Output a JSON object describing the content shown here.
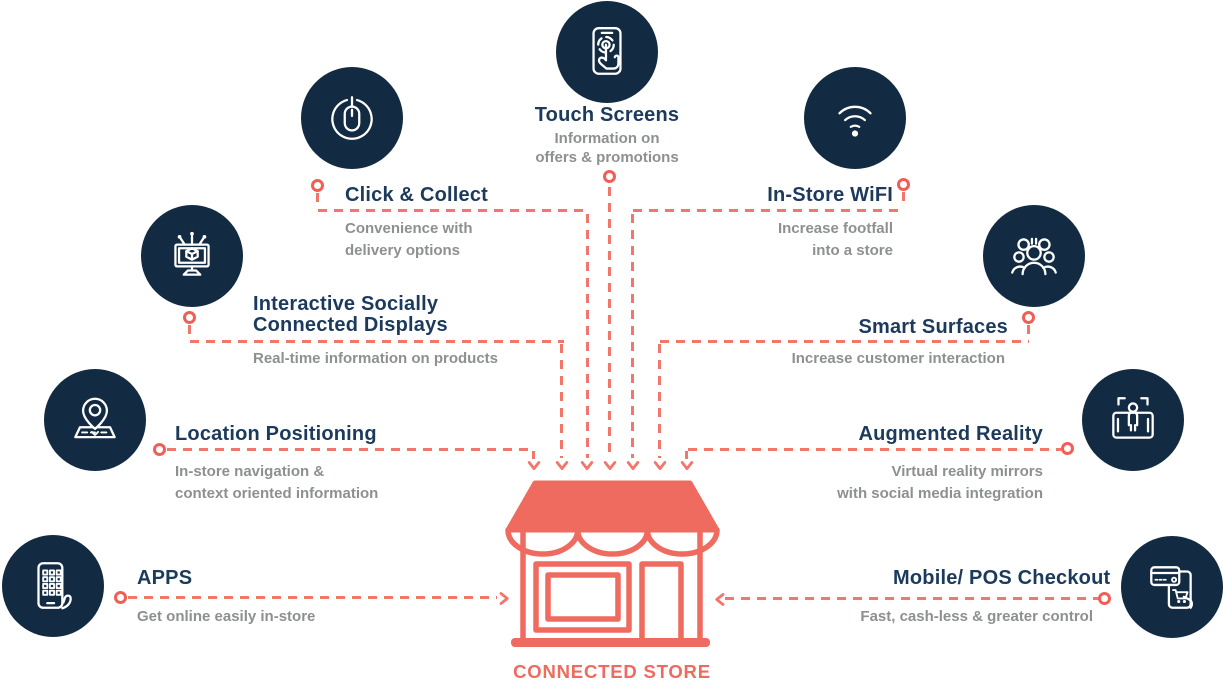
{
  "palette": {
    "circle_navy": "#132b42",
    "title_navy": "#1c3a5c",
    "description_gray": "#8d9091",
    "store_coral": "#ef6a5f",
    "dash_coral": "#f3766b"
  },
  "connected_store": {
    "label": "CONNECTED STORE"
  },
  "features": [
    {
      "id": "touch-screens",
      "icon": "touch-screen-icon",
      "title": "Touch Screens",
      "desc": [
        "Information on",
        "offers & promotions"
      ]
    },
    {
      "id": "click-and-collect",
      "icon": "mouse-click-icon",
      "title": "Click & Collect",
      "desc": [
        "Convenience with",
        "delivery options"
      ]
    },
    {
      "id": "in-store-wifi",
      "icon": "wifi-icon",
      "title": "In-Store WiFI",
      "desc": [
        "Increase footfall",
        "into a store"
      ]
    },
    {
      "id": "interactive-displays",
      "icon": "connected-display-icon",
      "title": "Interactive Socially",
      "title2": "Connected Displays",
      "desc": [
        "Real-time information on products"
      ]
    },
    {
      "id": "smart-surfaces",
      "icon": "people-group-icon",
      "title": "Smart Surfaces",
      "desc": [
        "Increase customer interaction"
      ]
    },
    {
      "id": "location-positioning",
      "icon": "map-pin-icon",
      "title": "Location Positioning",
      "desc": [
        "In-store navigation &",
        "context oriented information"
      ]
    },
    {
      "id": "augmented-reality",
      "icon": "ar-tablet-icon",
      "title": "Augmented Reality",
      "desc": [
        "Virtual reality mirrors",
        "with social media integration"
      ]
    },
    {
      "id": "apps",
      "icon": "mobile-apps-icon",
      "title": "APPS",
      "desc": [
        "Get online easily in-store"
      ]
    },
    {
      "id": "mobile-pos-checkout",
      "icon": "pos-checkout-icon",
      "title": "Mobile/ POS Checkout",
      "desc": [
        "Fast, cash-less & greater control"
      ]
    }
  ]
}
